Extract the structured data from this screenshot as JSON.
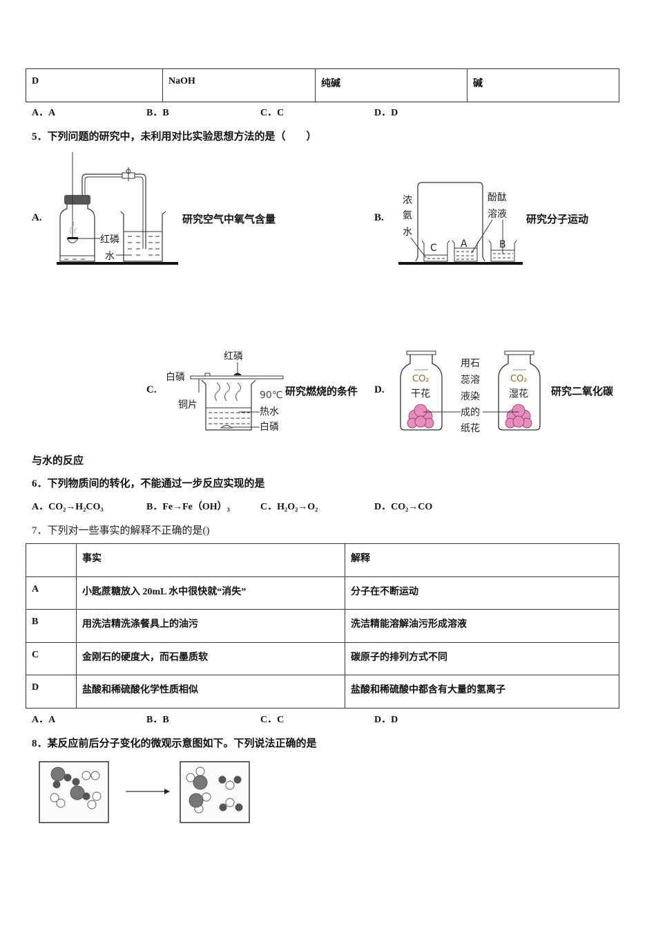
{
  "q4_tail": {
    "table_row": [
      "D",
      "NaOH",
      "纯碱",
      "碱"
    ],
    "options": [
      "A．A",
      "B．B",
      "C．C",
      "D．D"
    ]
  },
  "q5": {
    "stem": "5．下列问题的研究中，未利用对比实验思想方法的是（　　）",
    "figures": [
      {
        "label": "A.",
        "caption": "研究空气中氧气含量",
        "annotations": [
          "红磷",
          "水"
        ]
      },
      {
        "label": "B.",
        "caption": "研究分子运动",
        "annotations": [
          "浓",
          "氨",
          "水",
          "酚酞",
          "溶液",
          "C",
          "A",
          "B"
        ]
      },
      {
        "label": "C.",
        "caption": "研究燃烧的条件",
        "annotations": [
          "红磷",
          "白磷",
          "铜片",
          "90℃",
          "热水",
          "白磷"
        ]
      },
      {
        "label": "D.",
        "caption": "研究二氧化碳",
        "annotations": [
          "CO₂",
          "干花",
          "CO₂",
          "湿花",
          "用石",
          "蕊溶",
          "液染",
          "成的",
          "纸花"
        ]
      }
    ],
    "caption_continuation": "与水的反应"
  },
  "q6": {
    "stem": "6．下列物质间的转化，不能通过一步反应实现的是",
    "options": [
      {
        "letter": "A．",
        "from": "CO",
        "from_sub": "2",
        "to": "H",
        "to_parts": [
          [
            "H",
            "2"
          ],
          [
            "CO",
            "3"
          ]
        ]
      },
      {
        "letter": "B．",
        "text": "Fe→Fe（OH）",
        "sub": "3"
      },
      {
        "letter": "C．",
        "text": "H₂O₂→O₂"
      },
      {
        "letter": "D．",
        "text": "CO₂→CO"
      }
    ],
    "option_texts": [
      "A．CO₂→H₂CO₃",
      "B．Fe→Fe（OH）₃",
      "C．H₂O₂→O₂",
      "D．CO₂→CO"
    ]
  },
  "q7": {
    "stem": "7．下列对一些事实的解释不正确的是()",
    "table": {
      "headers": [
        "",
        "事实",
        "解释"
      ],
      "rows": [
        [
          "A",
          "小匙蔗糖放入 20mL 水中很快就“消失”",
          "分子在不断运动"
        ],
        [
          "B",
          "用洗洁精洗涤餐具上的油污",
          "洗洁精能溶解油污形成溶液"
        ],
        [
          "C",
          "金刚石的硬度大，而石墨质软",
          "碳原子的排列方式不同"
        ],
        [
          "D",
          "盐酸和稀硫酸化学性质相似",
          "盐酸和稀硫酸中都含有大量的氢离子"
        ]
      ]
    },
    "options": [
      "A．A",
      "B．B",
      "C．C",
      "D．D"
    ]
  },
  "q8": {
    "stem": "8．某反应前后分子变化的微观示意图如下。下列说法正确的是"
  },
  "colors": {
    "text": "#111111",
    "border": "#333333",
    "atom_dark": "#6e6e6e",
    "flower": "#e58fc0"
  }
}
